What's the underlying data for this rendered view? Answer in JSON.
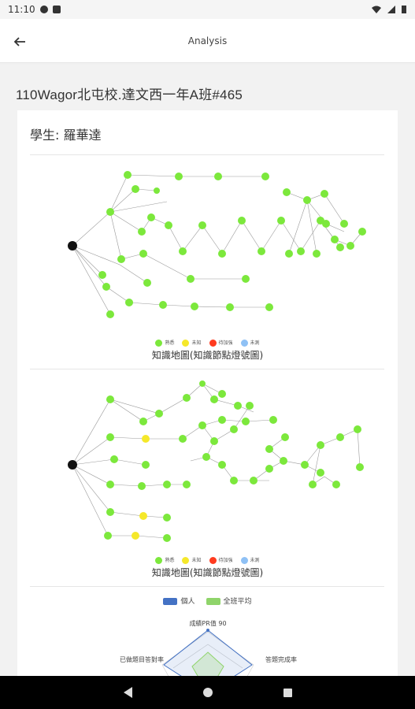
{
  "status_bar": {
    "time": "11:10"
  },
  "app_bar": {
    "title": "Analysis"
  },
  "class_title": "110Wagor北屯校.達文西一年A班#465",
  "student_label": "學生: 羅華達",
  "legend": {
    "items": [
      {
        "label": "熟悉",
        "color": "#7ce83c"
      },
      {
        "label": "未知",
        "color": "#f5e82a"
      },
      {
        "label": "待加強",
        "color": "#ff3b1f"
      },
      {
        "label": "未測",
        "color": "#8fc1f5"
      }
    ]
  },
  "map1": {
    "caption": "知識地圖(知識節點燈號圖)"
  },
  "map2": {
    "caption": "知識地圖(知識節點燈號圖)"
  },
  "radar": {
    "legend": [
      {
        "label": "個人",
        "color": "#4472c4"
      },
      {
        "label": "全班平均",
        "color": "#8fd46a"
      }
    ],
    "top_label": "成績PR值 90",
    "left_label": "已做題目答對率",
    "right_label": "答題完成率"
  }
}
